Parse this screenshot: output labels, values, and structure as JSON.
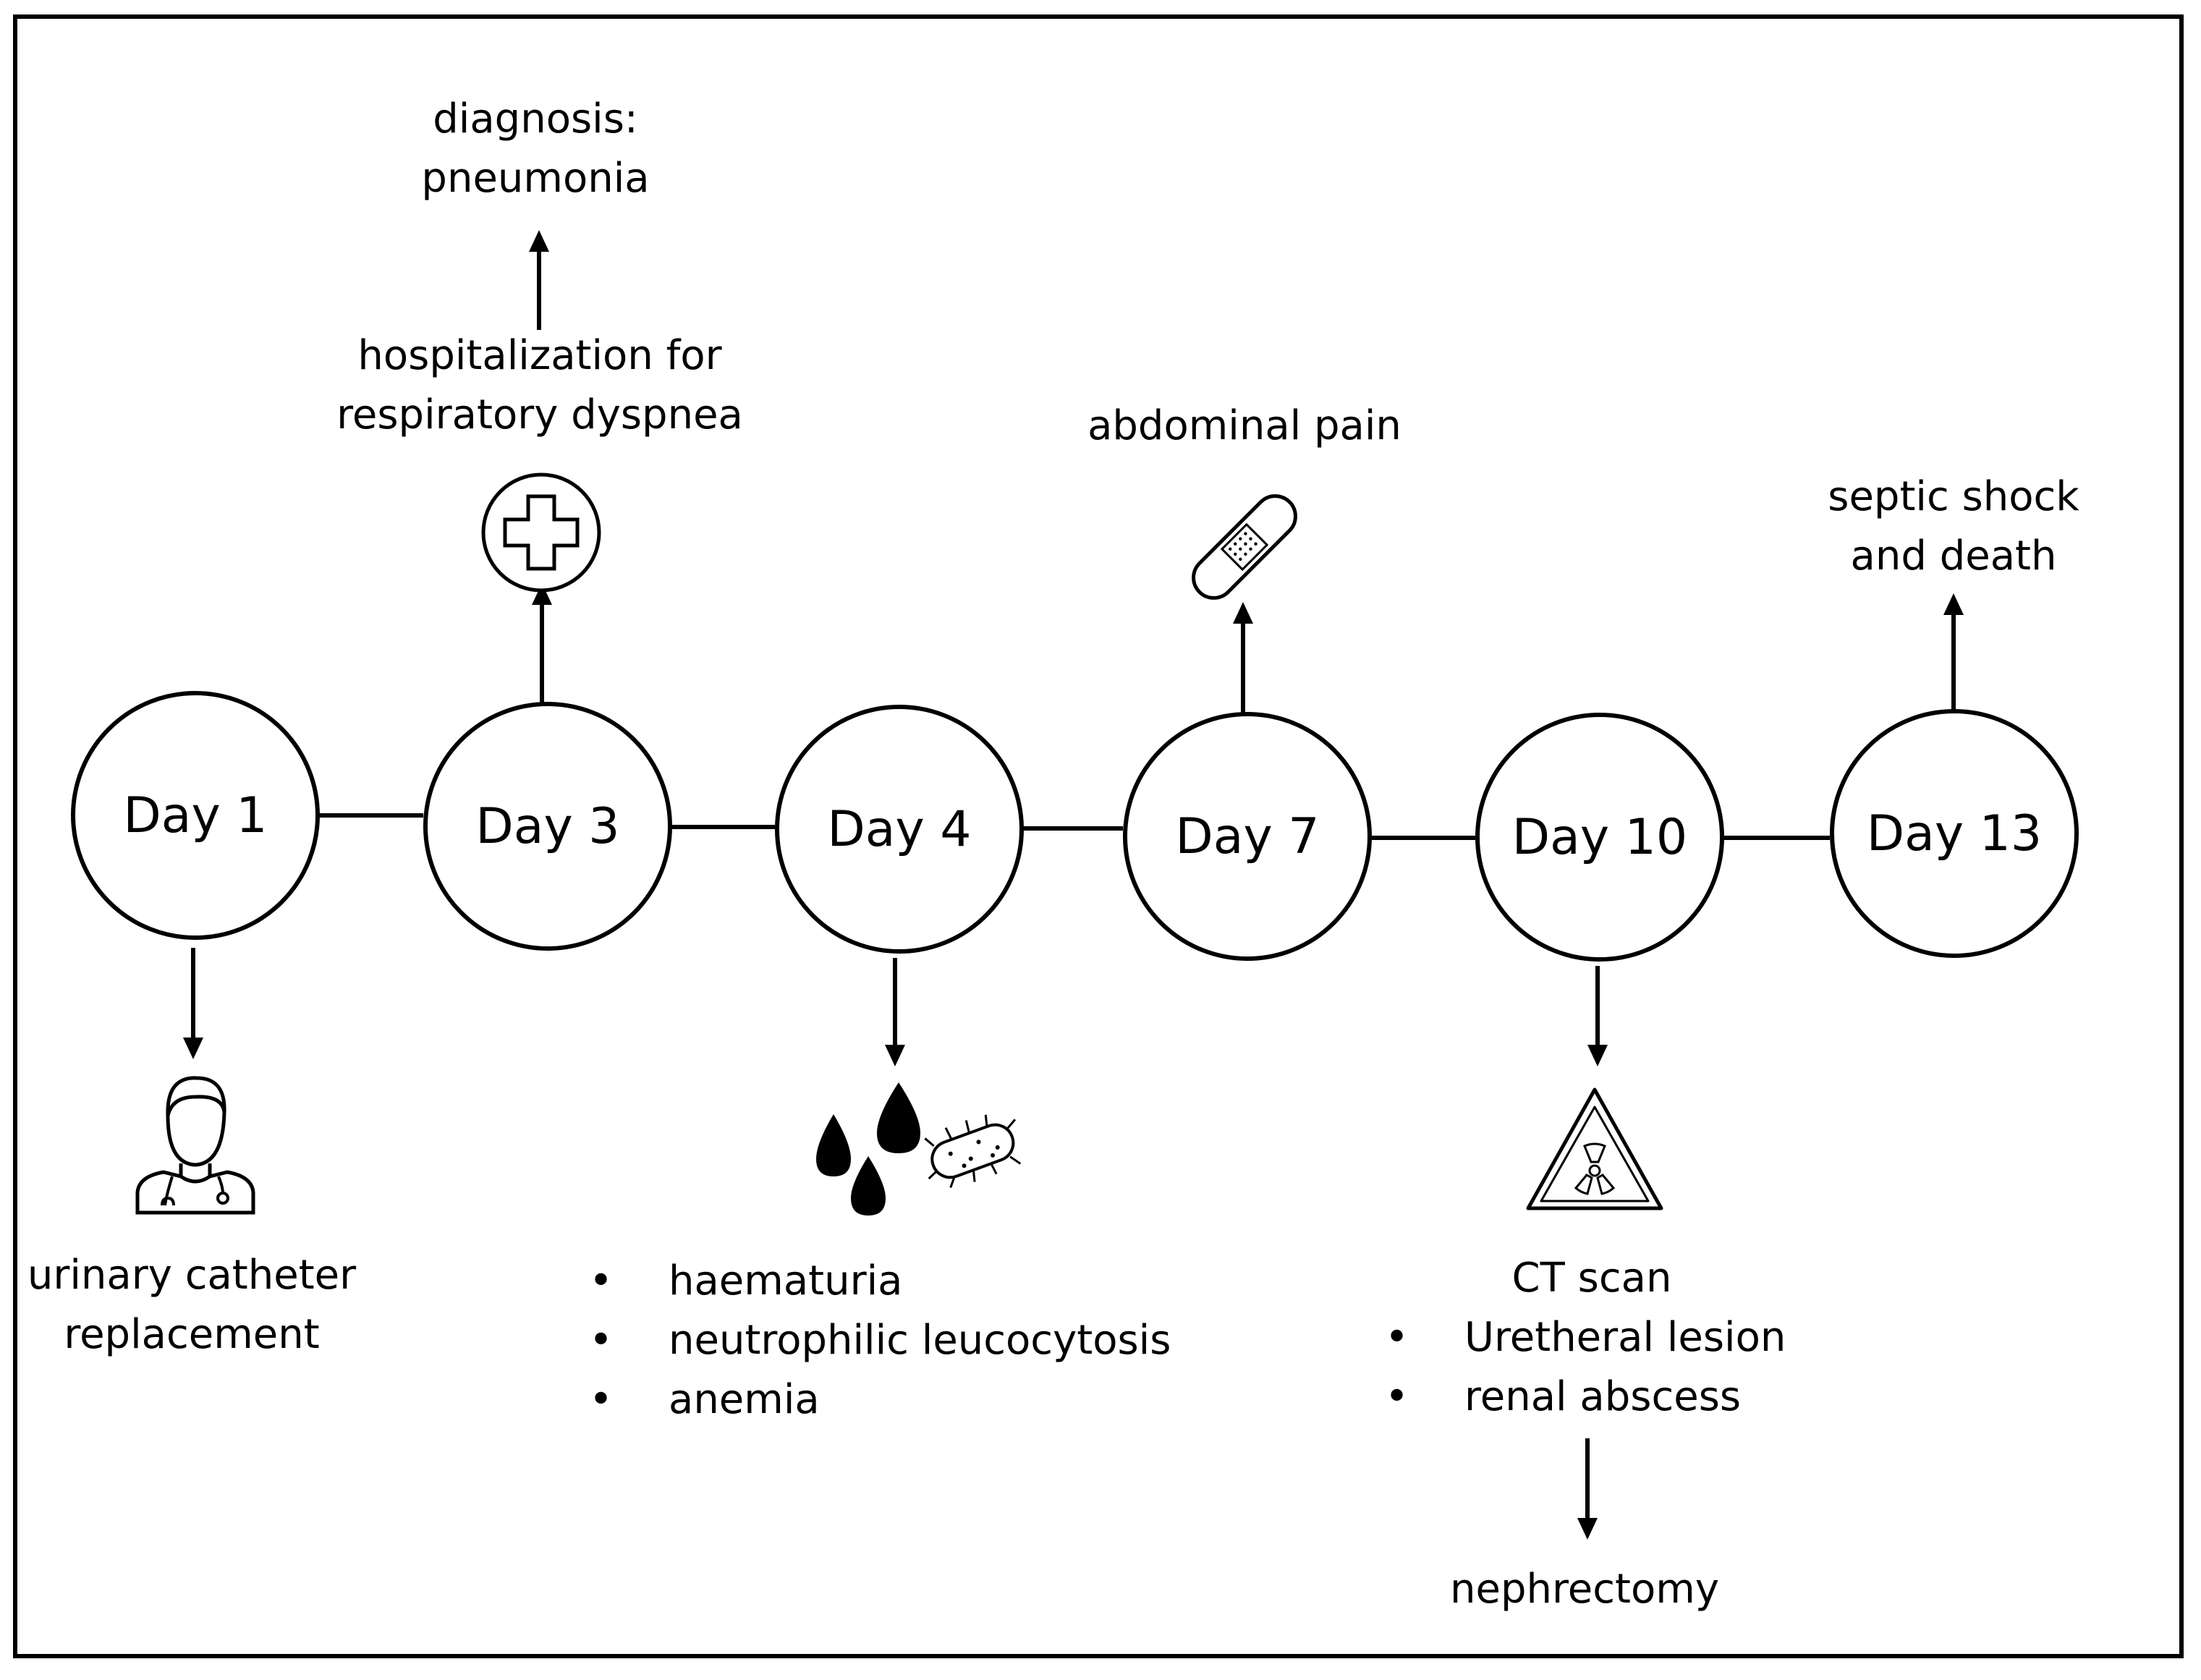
{
  "days": [
    "Day 1",
    "Day 3",
    "Day 4",
    "Day 7",
    "Day 10",
    "Day 13"
  ],
  "events": {
    "day1": {
      "lines": [
        "urinary catheter",
        "replacement"
      ],
      "icon": "doctor-icon"
    },
    "day3": {
      "lines": [
        "hospitalization for",
        "respiratory dyspnea"
      ],
      "icon": "medical-cross-icon",
      "diagnosis": [
        "diagnosis:",
        "pneumonia"
      ]
    },
    "day4": {
      "bullets": [
        "haematuria",
        "neutrophilic leucocytosis",
        "anemia"
      ],
      "icon": "blood-drops-bacteria-icon"
    },
    "day7": {
      "lines": [
        "abdominal pain"
      ],
      "icon": "bandage-icon"
    },
    "day10": {
      "heading": "CT scan",
      "bullets": [
        "Uretheral lesion",
        "renal abscess"
      ],
      "followup": "nephrectomy",
      "icon": "radiation-warning-icon"
    },
    "day13": {
      "lines": [
        "septic shock",
        "and death"
      ]
    }
  }
}
